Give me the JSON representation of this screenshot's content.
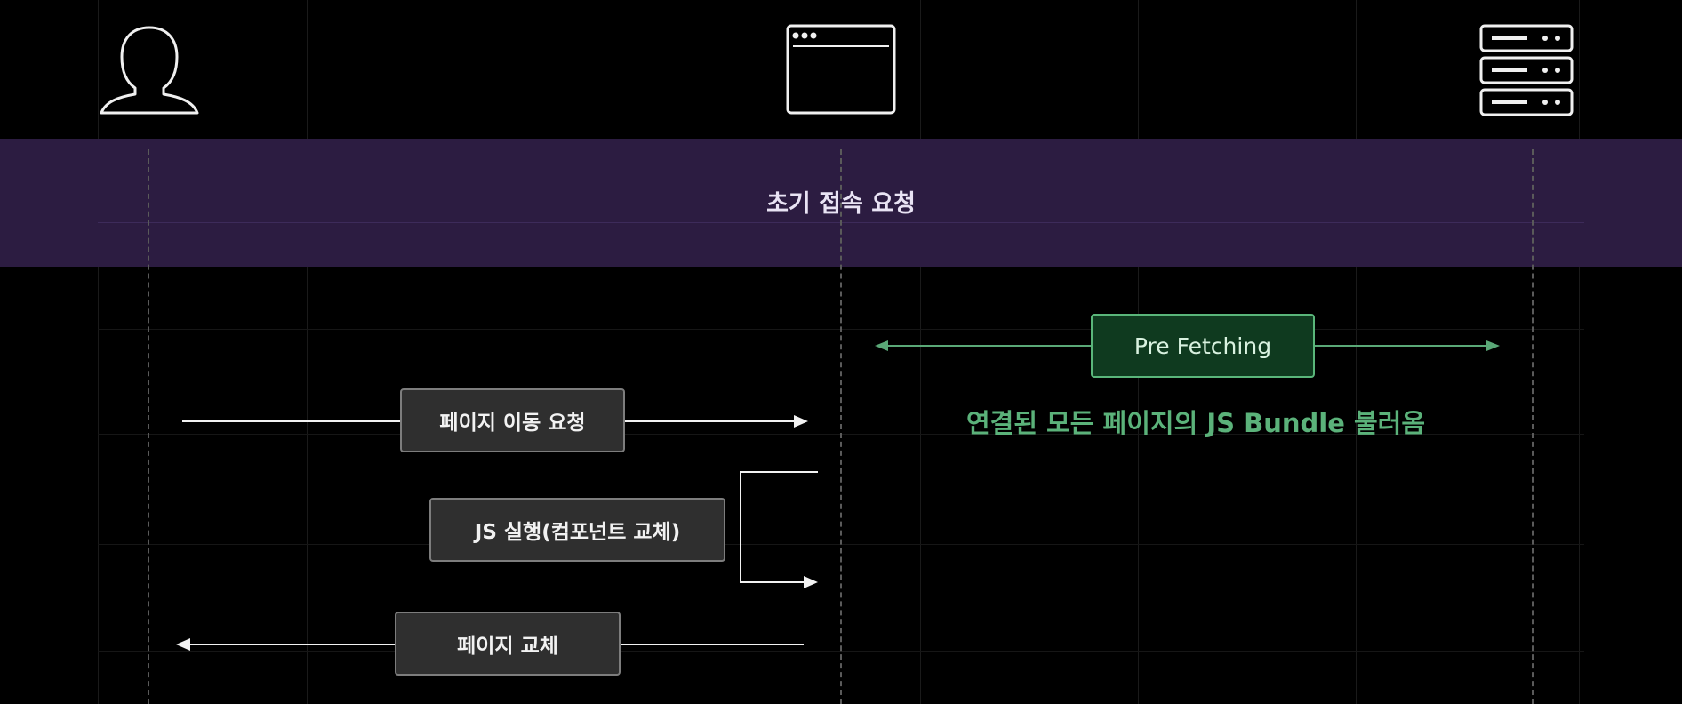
{
  "actors": [
    {
      "name": "user",
      "icon": "user-silhouette-icon"
    },
    {
      "name": "browser",
      "icon": "browser-window-icon"
    },
    {
      "name": "server",
      "icon": "server-rack-icon"
    }
  ],
  "band": {
    "title": "초기 접속 요청",
    "color": "#2c1c41"
  },
  "prefetch": {
    "label": "Pre Fetching",
    "caption": "연결된 모든 페이지의 JS Bundle 불러옴",
    "color": "#5aa877"
  },
  "messages": {
    "navigate": "페이지 이동 요청",
    "execute_js": "JS 실행(컴포넌트 교체)",
    "replace_page": "페이지 교체"
  }
}
